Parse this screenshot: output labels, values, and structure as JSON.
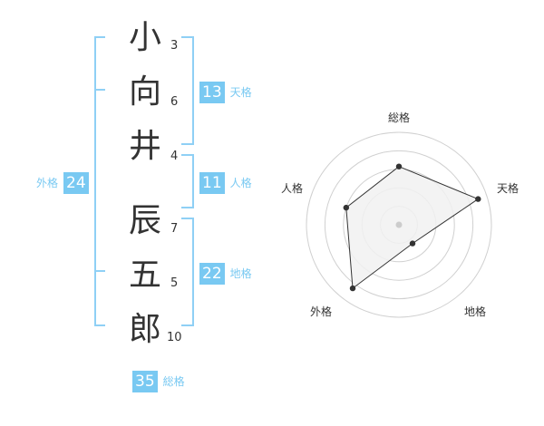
{
  "name_chars": [
    "小",
    "向",
    "井",
    "辰",
    "五",
    "郎"
  ],
  "strokes": [
    "3",
    "6",
    "4",
    "7",
    "5",
    "10"
  ],
  "kaku": {
    "tenkaku": {
      "value": "13",
      "label": "天格"
    },
    "jinkaku": {
      "value": "11",
      "label": "人格"
    },
    "chikaku": {
      "value": "22",
      "label": "地格"
    },
    "gaikaku": {
      "value": "24",
      "label": "外格"
    },
    "soukaku": {
      "value": "35",
      "label": "総格"
    }
  },
  "radar": {
    "axes": [
      "総格",
      "天格",
      "地格",
      "外格",
      "人格"
    ],
    "levels": [
      0.63,
      0.9,
      0.25,
      0.85,
      0.6
    ],
    "colors": {
      "fill": "#f1f1f1",
      "stroke": "#333333",
      "rings": "#d0d0d0",
      "center": "#cccccc"
    }
  },
  "colors": {
    "accent": "#79c9f2",
    "bracket": "#8fd0f5",
    "text": "#333333"
  }
}
